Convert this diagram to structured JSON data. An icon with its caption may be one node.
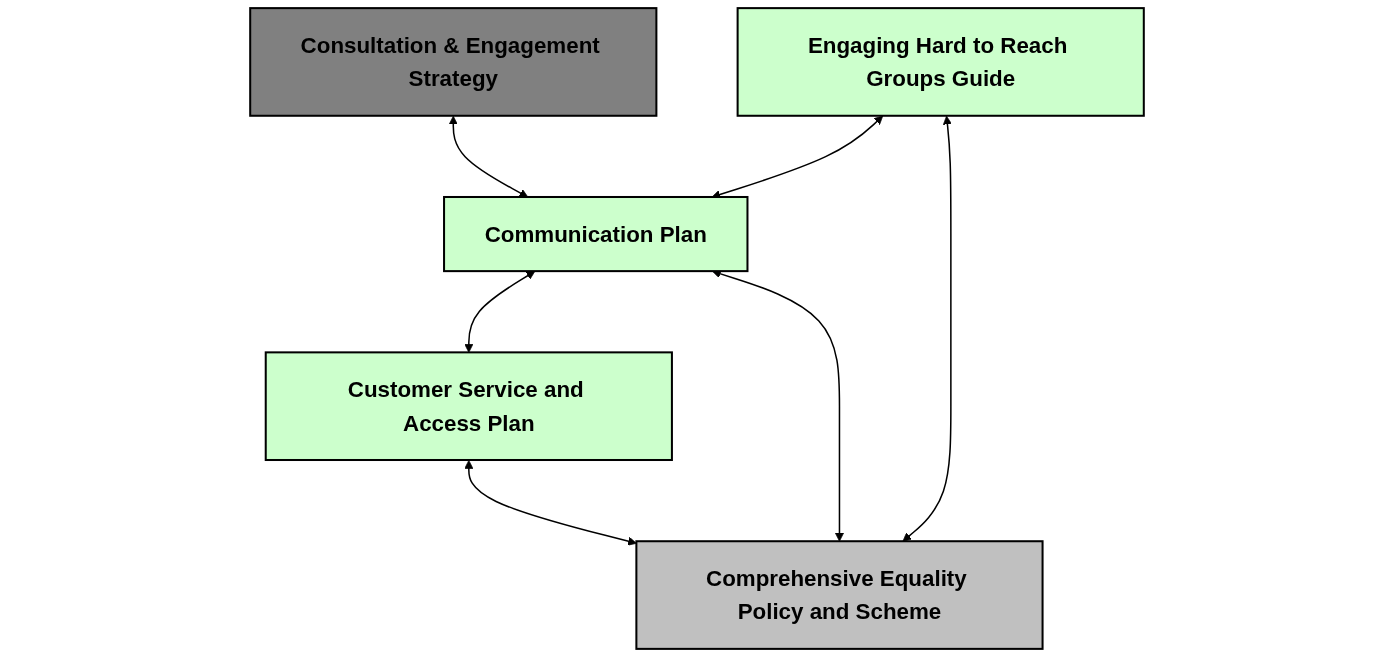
{
  "diagram": {
    "nodes": [
      {
        "text": [
          "Consultation & Engagement Strategy"
        ]
      },
      {
        "text": [
          "Engaging Hard to Reach Groups Guide"
        ]
      },
      {
        "text": [
          "Communication Plan"
        ]
      },
      {
        "text": [
          "Customer Service and Access Plan"
        ]
      },
      {
        "text": [
          "Comprehensive Equality Policy and Scheme"
        ]
      }
    ],
    "edges": [
      {
        "from": 0,
        "to": 2,
        "arrow": "both"
      },
      {
        "from": 1,
        "to": 2,
        "arrow": "both"
      },
      {
        "from": 2,
        "to": 3,
        "arrow": "both"
      },
      {
        "from": 1,
        "to": 4,
        "arrow": "both"
      },
      {
        "from": 2,
        "to": 4,
        "arrow": "both"
      },
      {
        "from": 3,
        "to": 4,
        "arrow": "both"
      }
    ]
  }
}
